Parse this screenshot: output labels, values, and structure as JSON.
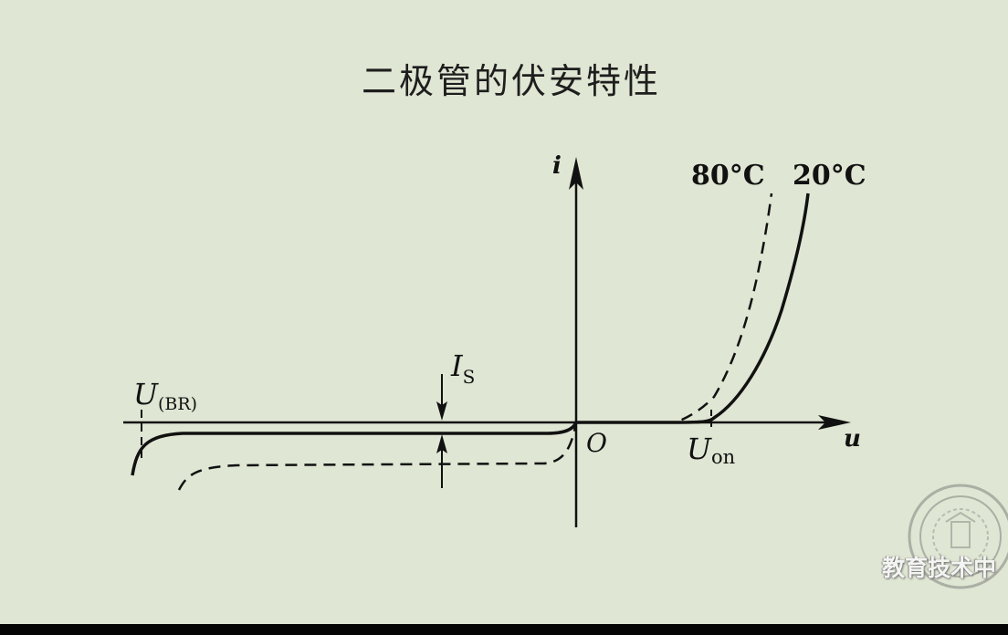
{
  "title": "二极管的伏安特性",
  "diagram": {
    "axis_i": "i",
    "axis_u": "u",
    "origin": "O",
    "temp_hot": "80°C",
    "temp_cold": "20°C",
    "is_main": "I",
    "is_sub": "S",
    "ubr_main": "U",
    "ubr_sub": "(BR)",
    "uon_main": "U",
    "uon_sub": "on"
  },
  "watermark": {
    "text": "教育技术中",
    "logo_icon": "university-seal-icon"
  },
  "colors": {
    "background": "#dfe6d3",
    "ink": "#111111"
  }
}
